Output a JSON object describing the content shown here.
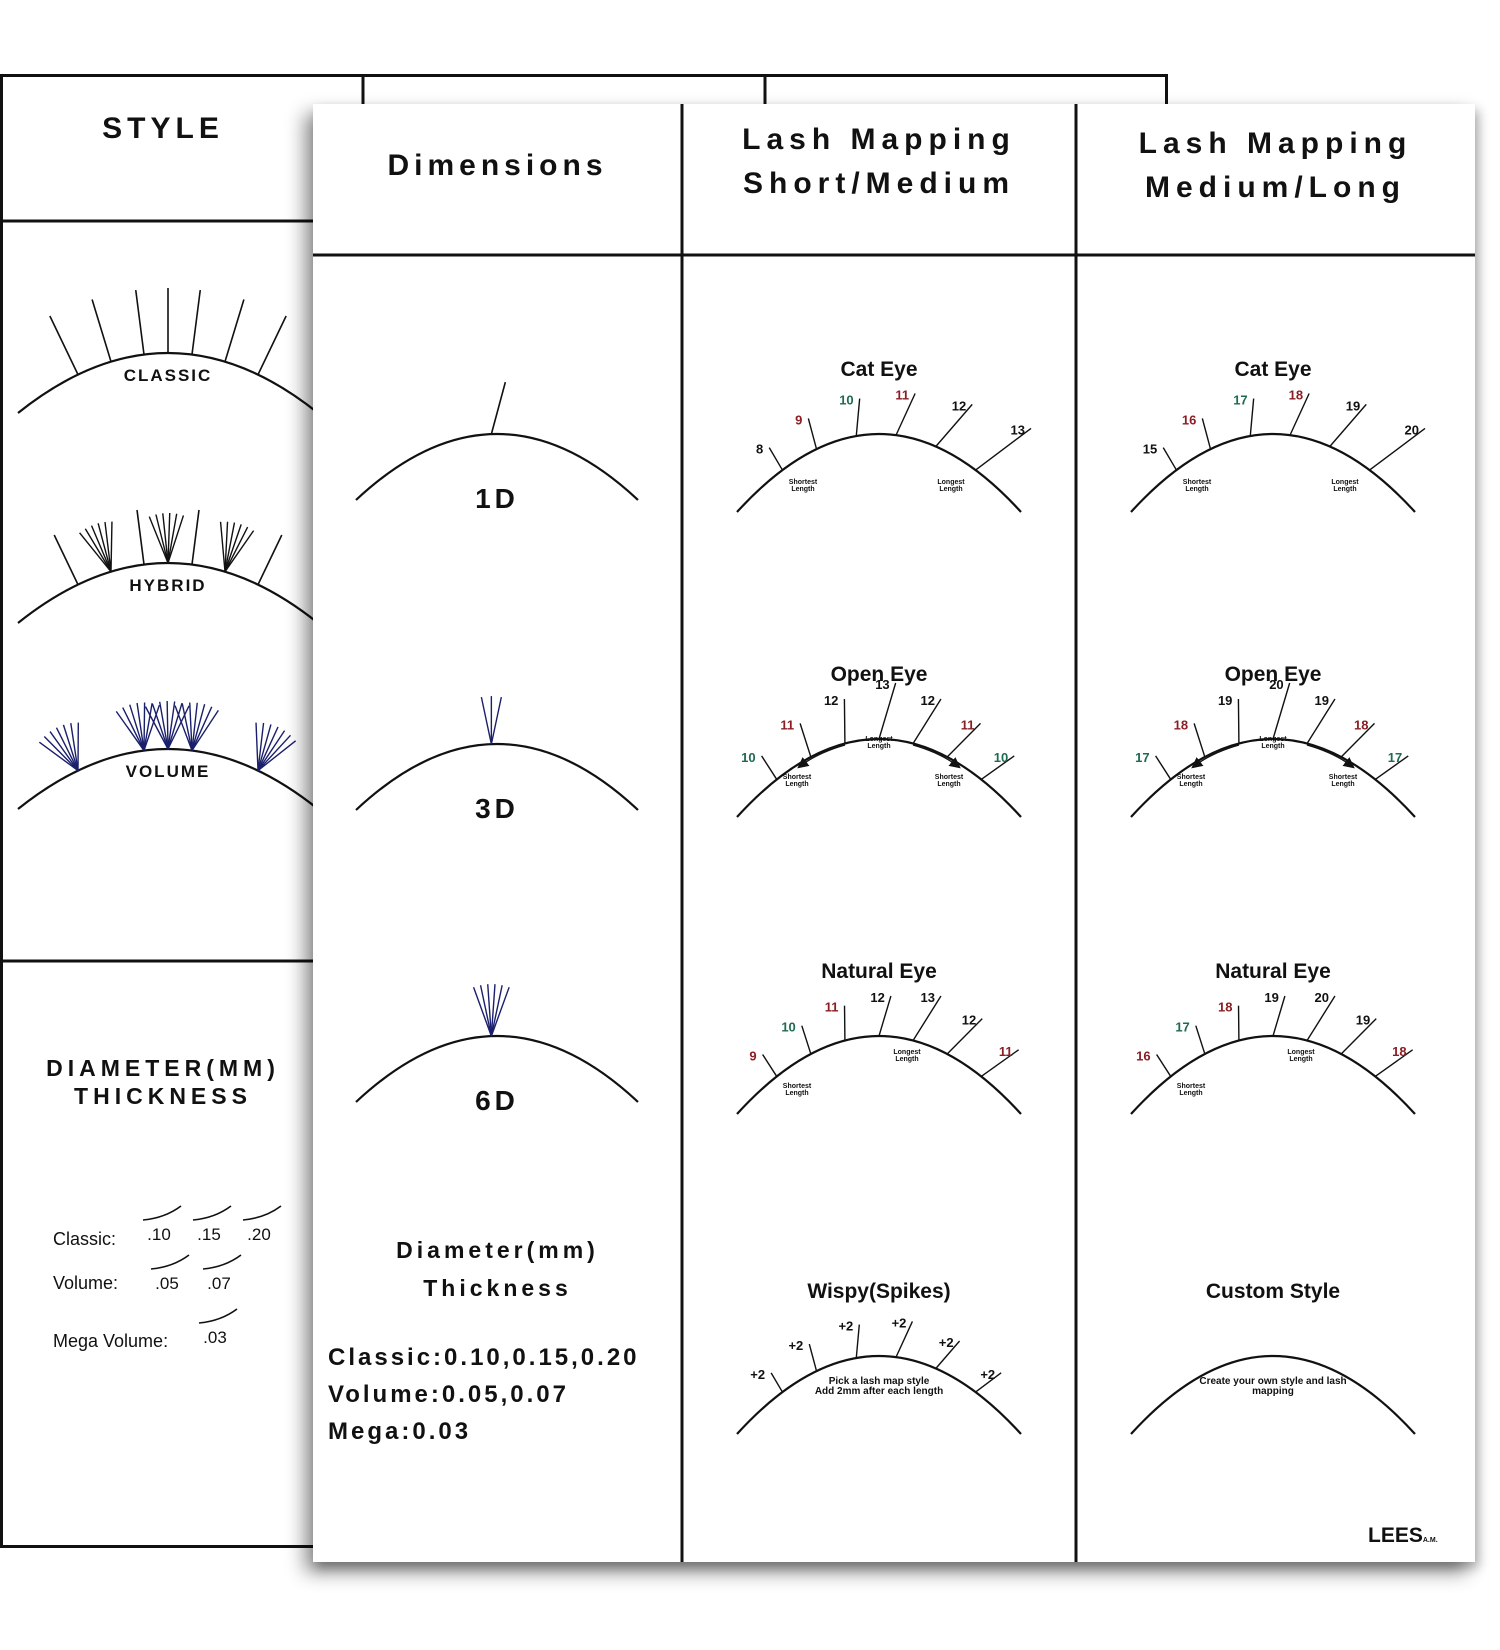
{
  "colors": {
    "ink": "#111111",
    "red": "#8b1e24",
    "green": "#1e6b4e",
    "navy": "#1a1f6b"
  },
  "back": {
    "style_header": "STYLE",
    "styles": [
      "CLASSIC",
      "HYBRID",
      "VOLUME"
    ],
    "diameter_title_1": "DIAMETER(MM)",
    "diameter_title_2": "THICKNESS",
    "classic_label": "Classic:",
    "classic_sizes": [
      ".10",
      ".15",
      ".20"
    ],
    "volume_label": "Volume:",
    "volume_sizes": [
      ".05",
      ".07"
    ],
    "mega_label": "Mega Volume:",
    "mega_sizes": [
      ".03"
    ]
  },
  "front": {
    "col_dimensions": "Dimensions",
    "col_short_1": "Lash Mapping",
    "col_short_2": "Short/Medium",
    "col_long_1": "Lash Mapping",
    "col_long_2": "Medium/Long",
    "dimensions": [
      "1D",
      "3D",
      "6D"
    ],
    "diameter_1": "Diameter(mm)",
    "diameter_2": "Thickness",
    "spec_classic": "Classic:0.10,0.15,0.20",
    "spec_volume": "Volume:0.05,0.07",
    "spec_mega": "Mega:0.03",
    "brand": "LEES",
    "brand_suffix": "A.M."
  },
  "maps": {
    "short": [
      {
        "title": "Cat Eye",
        "numbers": [
          {
            "t": "8",
            "c": "ink"
          },
          {
            "t": "9",
            "c": "red"
          },
          {
            "t": "10",
            "c": "green"
          },
          {
            "t": "11",
            "c": "red"
          },
          {
            "t": "12",
            "c": "ink"
          },
          {
            "t": "13",
            "c": "ink"
          }
        ],
        "notes": [
          "Shortest",
          "Length",
          "Longest",
          "Length"
        ]
      },
      {
        "title": "Open Eye",
        "numbers": [
          {
            "t": "10",
            "c": "green"
          },
          {
            "t": "11",
            "c": "red"
          },
          {
            "t": "12",
            "c": "ink"
          },
          {
            "t": "13",
            "c": "ink"
          },
          {
            "t": "12",
            "c": "ink"
          },
          {
            "t": "11",
            "c": "red"
          },
          {
            "t": "10",
            "c": "green"
          }
        ],
        "notes": [
          "Shortest",
          "Length",
          "Longest",
          "Length",
          "Shortest",
          "Length"
        ]
      },
      {
        "title": "Natural Eye",
        "numbers": [
          {
            "t": "9",
            "c": "red"
          },
          {
            "t": "10",
            "c": "green"
          },
          {
            "t": "11",
            "c": "red"
          },
          {
            "t": "12",
            "c": "ink"
          },
          {
            "t": "13",
            "c": "ink"
          },
          {
            "t": "12",
            "c": "ink"
          },
          {
            "t": "11",
            "c": "red"
          }
        ],
        "notes": [
          "Shortest",
          "Length",
          "Longest",
          "Length"
        ]
      },
      {
        "title": "Wispy(Spikes)",
        "numbers": [
          {
            "t": "+2",
            "c": "ink"
          },
          {
            "t": "+2",
            "c": "ink"
          },
          {
            "t": "+2",
            "c": "ink"
          },
          {
            "t": "+2",
            "c": "ink"
          },
          {
            "t": "+2",
            "c": "ink"
          },
          {
            "t": "+2",
            "c": "ink"
          }
        ],
        "notes": [
          "Pick a lash map style",
          "Add 2mm after each length"
        ]
      }
    ],
    "long": [
      {
        "title": "Cat Eye",
        "numbers": [
          {
            "t": "15",
            "c": "ink"
          },
          {
            "t": "16",
            "c": "red"
          },
          {
            "t": "17",
            "c": "green"
          },
          {
            "t": "18",
            "c": "red"
          },
          {
            "t": "19",
            "c": "ink"
          },
          {
            "t": "20",
            "c": "ink"
          }
        ],
        "notes": [
          "Shortest",
          "Length",
          "Longest",
          "Length"
        ]
      },
      {
        "title": "Open Eye",
        "numbers": [
          {
            "t": "17",
            "c": "green"
          },
          {
            "t": "18",
            "c": "red"
          },
          {
            "t": "19",
            "c": "ink"
          },
          {
            "t": "20",
            "c": "ink"
          },
          {
            "t": "19",
            "c": "ink"
          },
          {
            "t": "18",
            "c": "red"
          },
          {
            "t": "17",
            "c": "green"
          }
        ],
        "notes": [
          "Shortest",
          "Length",
          "Longest",
          "Length",
          "Shortest",
          "Length"
        ]
      },
      {
        "title": "Natural Eye",
        "numbers": [
          {
            "t": "16",
            "c": "red"
          },
          {
            "t": "17",
            "c": "green"
          },
          {
            "t": "18",
            "c": "red"
          },
          {
            "t": "19",
            "c": "ink"
          },
          {
            "t": "20",
            "c": "ink"
          },
          {
            "t": "19",
            "c": "ink"
          },
          {
            "t": "18",
            "c": "red"
          }
        ],
        "notes": [
          "Shortest",
          "Length",
          "Longest",
          "Length"
        ]
      },
      {
        "title": "Custom Style",
        "numbers": [],
        "notes": [
          "Create your own style and lash",
          "mapping"
        ]
      }
    ]
  }
}
